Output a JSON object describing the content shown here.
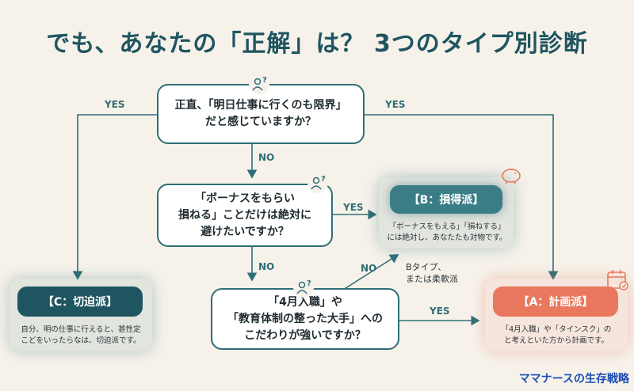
{
  "title": "でも、あなたの「正解」は？ 3つのタイプ別診断",
  "q1": {
    "line1": "正直、「明日仕事に行くのも限界」",
    "line2": "だと感じていますか？"
  },
  "q2": {
    "line1": "「ボーナスをもらい",
    "line2": "損ねる」ことだけは絶対に",
    "line3": "避けたいですか？"
  },
  "q3": {
    "line1": "「4月入職」や",
    "line2": "「教育体制の整った大手」への",
    "line3": "こだわりが強いですか？"
  },
  "labels": {
    "yes": "YES",
    "no": "NO"
  },
  "note_b": {
    "line1": "Bタイプ、",
    "line2": "または柔軟派"
  },
  "type_a": {
    "name": "【A：計画派】",
    "desc1": "「4月入職」や「タインスク」の",
    "desc2": "と考えといた方から計画です。"
  },
  "type_b": {
    "name": "【B：損得派】",
    "desc1": "「ボーナスをもえる」「損ねする」",
    "desc2": "には絶対し、あなたたも対物です。"
  },
  "type_c": {
    "name": "【C：切迫派】",
    "desc1": "自分、明の仕事に行えると、甚性定",
    "desc2": "こどをいったらなは、切迫派です。"
  },
  "brand": "ママナースの生存戦略",
  "colors": {
    "teal": "#2f6e76",
    "dark_teal": "#1f5560",
    "coral": "#e8785e",
    "blue": "#1b4db4"
  }
}
